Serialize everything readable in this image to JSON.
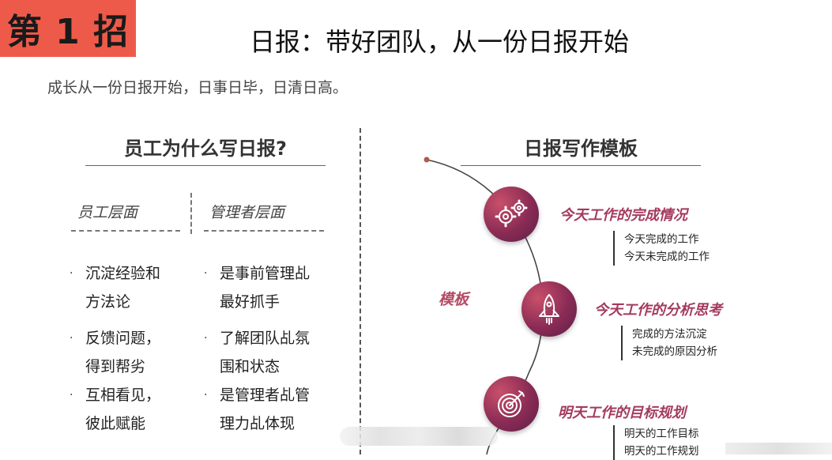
{
  "header": {
    "badge": "第 1 招",
    "title": "日报：带好团队，从一份日报开始",
    "subtitle": "成长从一份日报开始，日事日毕，日清日高。"
  },
  "left": {
    "heading": "员工为什么写日报?",
    "columns": [
      {
        "header": "员工层面",
        "bullets": [
          [
            "沉淀经验和",
            "方法论"
          ],
          [
            "反馈问题，",
            "得到帮劣"
          ],
          [
            "互相看见，",
            "彼此赋能"
          ]
        ]
      },
      {
        "header": "管理者层面",
        "bullets": [
          [
            "是事前管理乩",
            "最好抓手"
          ],
          [
            "了解团队乩氛",
            "围和状态"
          ],
          [
            "是管理者乩管",
            "理力乩体现"
          ]
        ]
      }
    ]
  },
  "right": {
    "heading": "日报写作模板",
    "label": "模板",
    "sections": [
      {
        "icon": "gears-icon",
        "title": "今天工作的完成情况",
        "items": [
          "今天完成的工作",
          "今天未完成的工作"
        ]
      },
      {
        "icon": "rocket-icon",
        "title": "今天工作的分析思考",
        "items": [
          "完成的方法沉淀",
          "未完成的原因分析"
        ]
      },
      {
        "icon": "target-icon",
        "title": "明天工作的目标规划",
        "items": [
          "明天的工作目标",
          "明天的工作规划"
        ]
      }
    ]
  },
  "colors": {
    "badge": "#ee5a4a",
    "accent": "#a43a5e",
    "circle": "#8a2b55"
  }
}
